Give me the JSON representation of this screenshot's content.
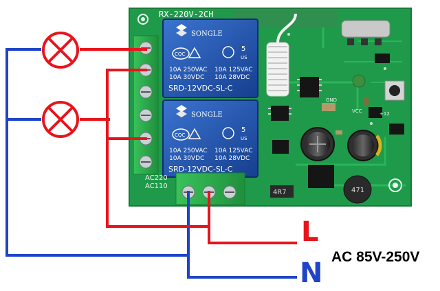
{
  "board": {
    "title": "RX-220V-2CH",
    "pins": [
      "GND",
      "VCC",
      "+12"
    ],
    "bottom_text": [
      "AC220",
      "AC110"
    ],
    "resistor_code": "4R7",
    "inductor_code": "471",
    "relays": [
      {
        "brand": "SONGLE",
        "ul": "5",
        "ul_sub": "US",
        "cqc": "CQC",
        "rating_left": [
          "10A 250VAC",
          "10A 30VDC"
        ],
        "rating_right": [
          "10A 125VAC",
          "10A 28VDC"
        ],
        "model": "SRD-12VDC-SL-C"
      },
      {
        "brand": "SONGLE",
        "ul": "5",
        "ul_sub": "US",
        "cqc": "CQC",
        "rating_left": [
          "10A 250VAC",
          "10A 30VDC"
        ],
        "rating_right": [
          "10A 125VAC",
          "10A 28VDC"
        ],
        "model": "SRD-12VDC-SL-C"
      }
    ]
  },
  "labels": {
    "live": "L",
    "neutral": "N",
    "supply": "AC 85V-250V"
  },
  "colors": {
    "live_wire": "#e8141c",
    "neutral_wire": "#1f44c8",
    "pcb": "#1f9a4a",
    "relay": "#1d4fa8",
    "terminal": "#2db34a",
    "lamp_circle": "#e8141c"
  }
}
